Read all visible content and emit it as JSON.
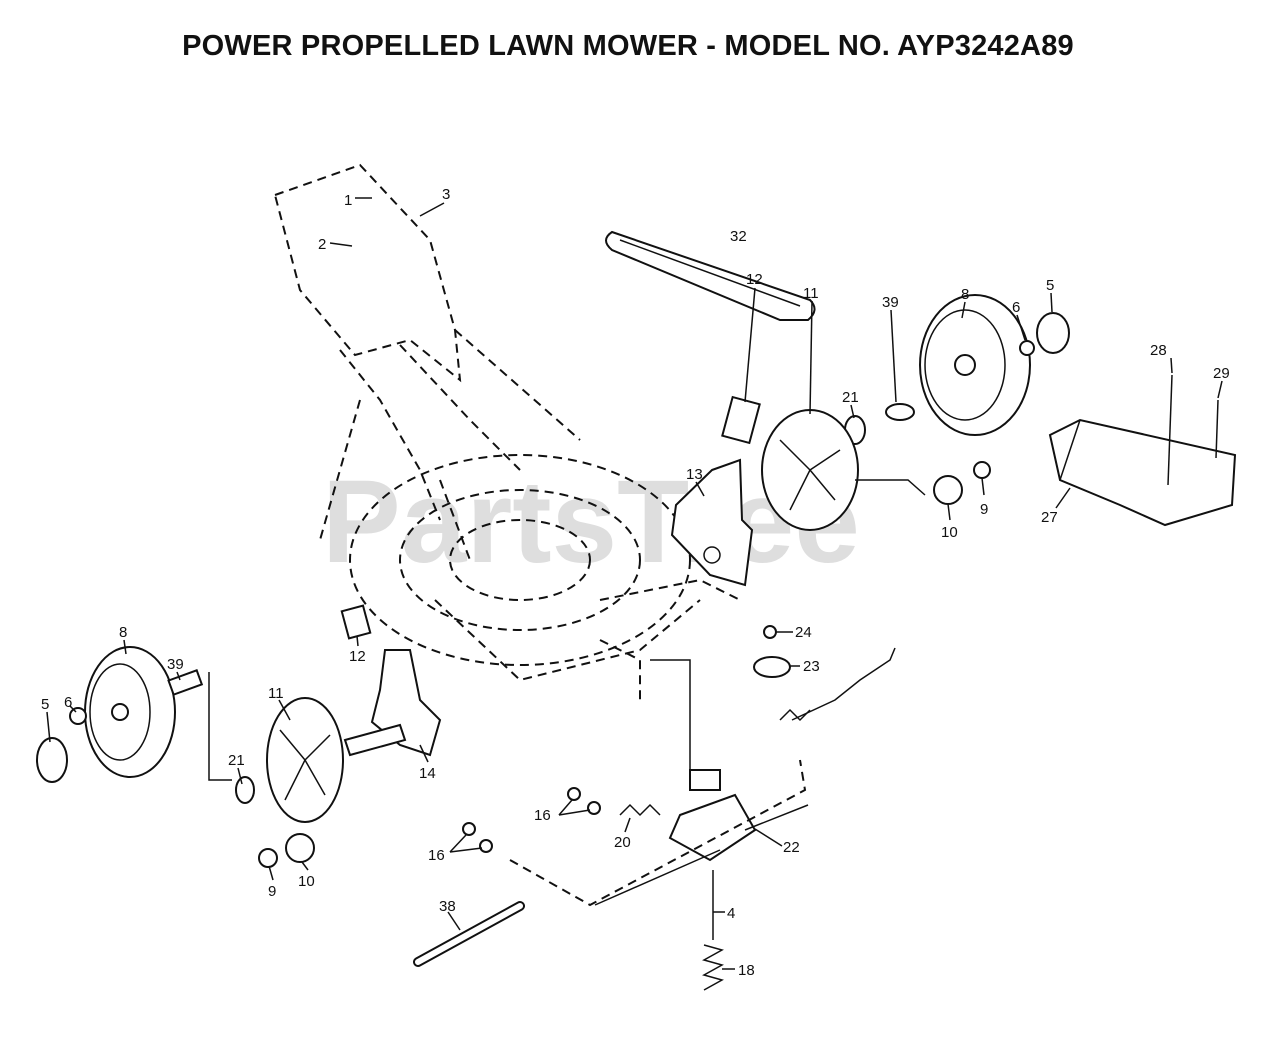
{
  "title": "POWER PROPELLED LAWN MOWER - MODEL NO. AYP3242A89",
  "watermark": "PartsTree",
  "callouts": [
    {
      "id": "c1",
      "label": "1"
    },
    {
      "id": "c2",
      "label": "2"
    },
    {
      "id": "c3",
      "label": "3"
    },
    {
      "id": "c32",
      "label": "32"
    },
    {
      "id": "c8a",
      "label": "8"
    },
    {
      "id": "c6a",
      "label": "6"
    },
    {
      "id": "c5a",
      "label": "5"
    },
    {
      "id": "c28",
      "label": "28"
    },
    {
      "id": "c29",
      "label": "29"
    },
    {
      "id": "c12a",
      "label": "12"
    },
    {
      "id": "c11a",
      "label": "11"
    },
    {
      "id": "c21a",
      "label": "21"
    },
    {
      "id": "c39a",
      "label": "39"
    },
    {
      "id": "c13",
      "label": "13"
    },
    {
      "id": "c9a",
      "label": "9"
    },
    {
      "id": "c10a",
      "label": "10"
    },
    {
      "id": "c27",
      "label": "27"
    },
    {
      "id": "c8b",
      "label": "8"
    },
    {
      "id": "c39b",
      "label": "39"
    },
    {
      "id": "c12b",
      "label": "12"
    },
    {
      "id": "c5b",
      "label": "5"
    },
    {
      "id": "c6b",
      "label": "6"
    },
    {
      "id": "c11b",
      "label": "11"
    },
    {
      "id": "c14",
      "label": "14"
    },
    {
      "id": "c21b",
      "label": "21"
    },
    {
      "id": "c9b",
      "label": "9"
    },
    {
      "id": "c10b",
      "label": "10"
    },
    {
      "id": "c24",
      "label": "24"
    },
    {
      "id": "c23",
      "label": "23"
    },
    {
      "id": "c16a",
      "label": "16"
    },
    {
      "id": "c16b",
      "label": "16"
    },
    {
      "id": "c20",
      "label": "20"
    },
    {
      "id": "c22",
      "label": "22"
    },
    {
      "id": "c4",
      "label": "4"
    },
    {
      "id": "c38",
      "label": "38"
    },
    {
      "id": "c18",
      "label": "18"
    }
  ]
}
